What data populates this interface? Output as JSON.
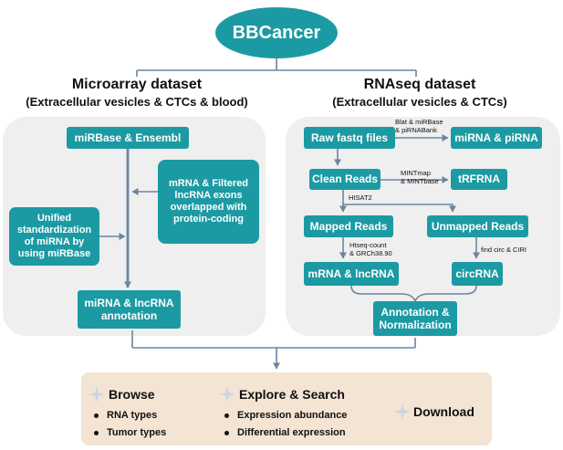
{
  "title": "BBCancer",
  "microarray": {
    "heading": "Microarray dataset",
    "subheading": "(Extracellular vesicles & CTCs & blood)",
    "nodes": {
      "mirbase_ensembl": "miRBase & Ensembl",
      "mrna_filtered": "mRNA & Filtered lncRNA exons overlapped with protein-coding",
      "unified": "Unified standardization of miRNA by using miRBase",
      "annotation": "miRNA & lncRNA annotation"
    }
  },
  "rnaseq": {
    "heading": "RNAseq dataset",
    "subheading": "(Extracellular vesicles & CTCs)",
    "nodes": {
      "raw_fastq": "Raw fastq files",
      "mirna_pirna": "miRNA & piRNA",
      "clean_reads": "Clean Reads",
      "trfrna": "tRFRNA",
      "mapped_reads": "Mapped Reads",
      "unmapped_reads": "Unmapped Reads",
      "mrna_lncrna": "mRNA & lncRNA",
      "circrna": "circRNA",
      "annotation": "Annotation & Normalization"
    },
    "edge_labels": {
      "blat_line1": "Blat & miRBase",
      "blat_line2": "& piRNABank",
      "mint_line1": "MINTmap",
      "mint_line2": "& MINTbase",
      "hisat2": "HISAT2",
      "htseq_line1": "Htseq-count",
      "htseq_line2": "& GRCh38.90",
      "find_circ": "find circ & CIRI"
    }
  },
  "features": {
    "browse": {
      "title": "Browse",
      "items": [
        "RNA types",
        "Tumor types"
      ]
    },
    "explore": {
      "title": "Explore & Search",
      "items": [
        "Expression abundance",
        "Differential expression"
      ]
    },
    "download": {
      "title": "Download"
    }
  },
  "colors": {
    "node": "#1c9aa3",
    "panel": "#efefef",
    "bottom_panel": "#f3e4d3",
    "connector": "#6a86a0",
    "star": "#c9d6e6"
  }
}
